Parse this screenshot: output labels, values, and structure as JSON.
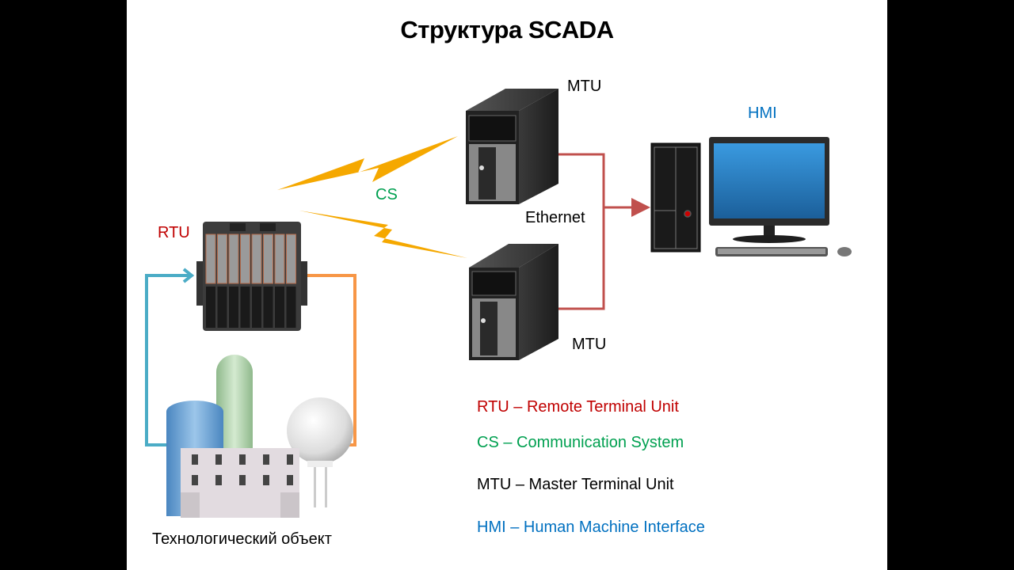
{
  "slide": {
    "title": "Структура SCADA",
    "labels": {
      "mtu_top": "MTU",
      "mtu_bottom": "MTU",
      "hmi": "HMI",
      "rtu": "RTU",
      "cs": "CS",
      "ethernet": "Ethernet",
      "plant": "Технологический объект"
    },
    "legend": [
      {
        "text": "RTU – Remote Terminal Unit",
        "color": "#c00000"
      },
      {
        "text": "CS – Communication System",
        "color": "#00a050"
      },
      {
        "text": "MTU – Master Terminal Unit",
        "color": "#000000"
      },
      {
        "text": "HMI – Human Machine Interface",
        "color": "#0070c0"
      }
    ],
    "colors": {
      "rtu": "#c00000",
      "cs": "#00a050",
      "hmi": "#0070c0",
      "ethernet_line": "#c0504d",
      "lightning": "#f5a800",
      "input_arrow": "#4bacc6",
      "output_arrow": "#f79646"
    }
  }
}
